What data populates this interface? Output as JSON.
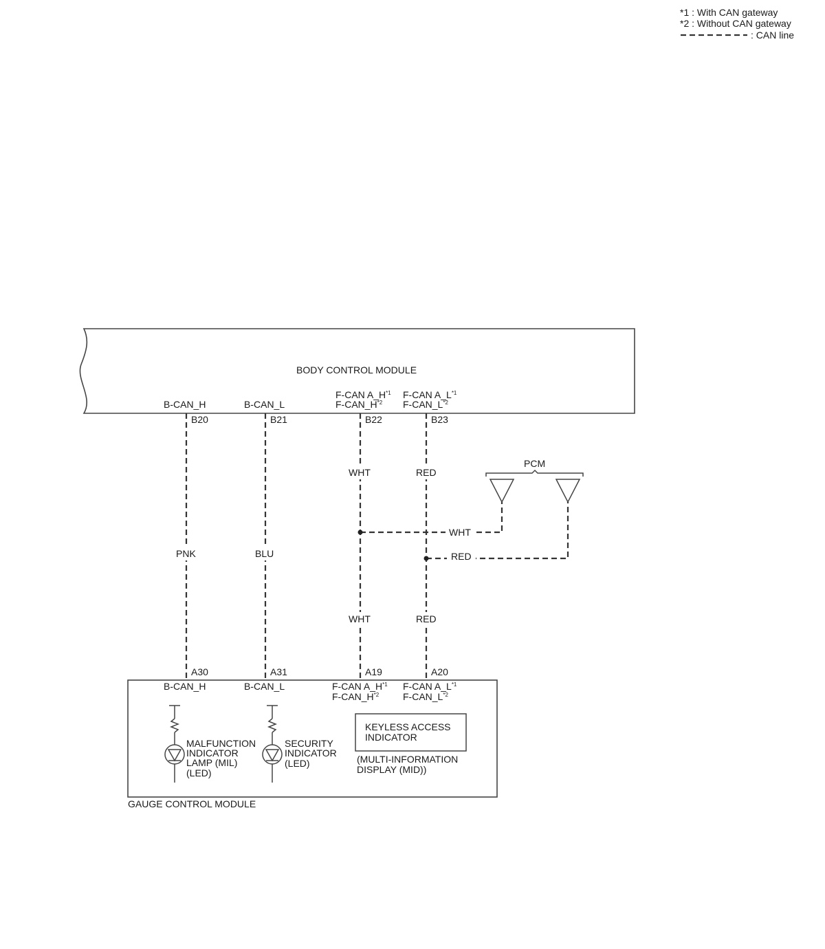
{
  "legend": {
    "note1": "*1 : With CAN gateway",
    "note2": "*2 : Without CAN gateway",
    "can_line": ": CAN line"
  },
  "bcm": {
    "title": "BODY CONTROL MODULE",
    "pins": [
      {
        "signal": "B-CAN_H",
        "pin": "B20"
      },
      {
        "signal": "B-CAN_L",
        "pin": "B21"
      },
      {
        "signal1": "F-CAN A_H",
        "sup1": "*1",
        "signal2": "F-CAN_H",
        "sup2": "*2",
        "pin": "B22"
      },
      {
        "signal1": "F-CAN A_L",
        "sup1": "*1",
        "signal2": "F-CAN_L",
        "sup2": "*2",
        "pin": "B23"
      }
    ]
  },
  "wires": {
    "pnk": "PNK",
    "blu": "BLU",
    "wht_top": "WHT",
    "red_top": "RED",
    "wht_bottom": "WHT",
    "red_bottom": "RED",
    "wht_pcm": "WHT",
    "red_pcm": "RED"
  },
  "pcm": {
    "label": "PCM"
  },
  "gcm": {
    "title": "GAUGE CONTROL MODULE",
    "pins": [
      {
        "signal": "B-CAN_H",
        "pin": "A30"
      },
      {
        "signal": "B-CAN_L",
        "pin": "A31"
      },
      {
        "signal1": "F-CAN A_H",
        "sup1": "*1",
        "signal2": "F-CAN_H",
        "sup2": "*2",
        "pin": "A19"
      },
      {
        "signal1": "F-CAN A_L",
        "sup1": "*1",
        "signal2": "F-CAN_L",
        "sup2": "*2",
        "pin": "A20"
      }
    ],
    "mil": [
      "MALFUNCTION",
      "INDICATOR",
      "LAMP (MIL)",
      "(LED)"
    ],
    "security": [
      "SECURITY",
      "INDICATOR",
      "(LED)"
    ],
    "keyless": [
      "KEYLESS ACCESS",
      "INDICATOR"
    ],
    "mid": [
      "(MULTI-INFORMATION",
      "DISPLAY (MID))"
    ]
  }
}
